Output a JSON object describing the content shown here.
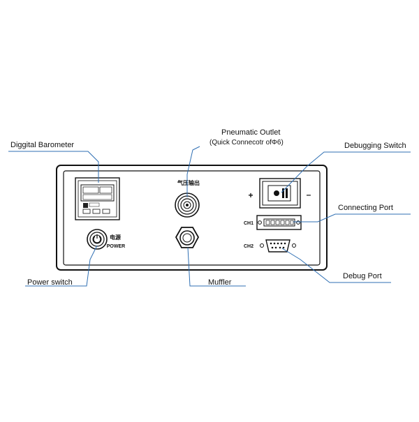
{
  "callouts": {
    "barometer": "Diggital Barometer",
    "outlet_title": "Pneumatic Outlet",
    "outlet_sub": "(Quick Connecotr ofΦ6)",
    "debug_switch": "Debugging Switch",
    "connecting_port": "Connecting Port",
    "power_switch": "Power switch",
    "muffler": "Muffler",
    "debug_port": "Debug Port"
  },
  "panel": {
    "outlet_cn": "气压输出",
    "power_cn": "电源",
    "power_en": "POWER",
    "plus": "+",
    "minus": "–",
    "ch1": "CH1",
    "ch2": "CH2"
  }
}
